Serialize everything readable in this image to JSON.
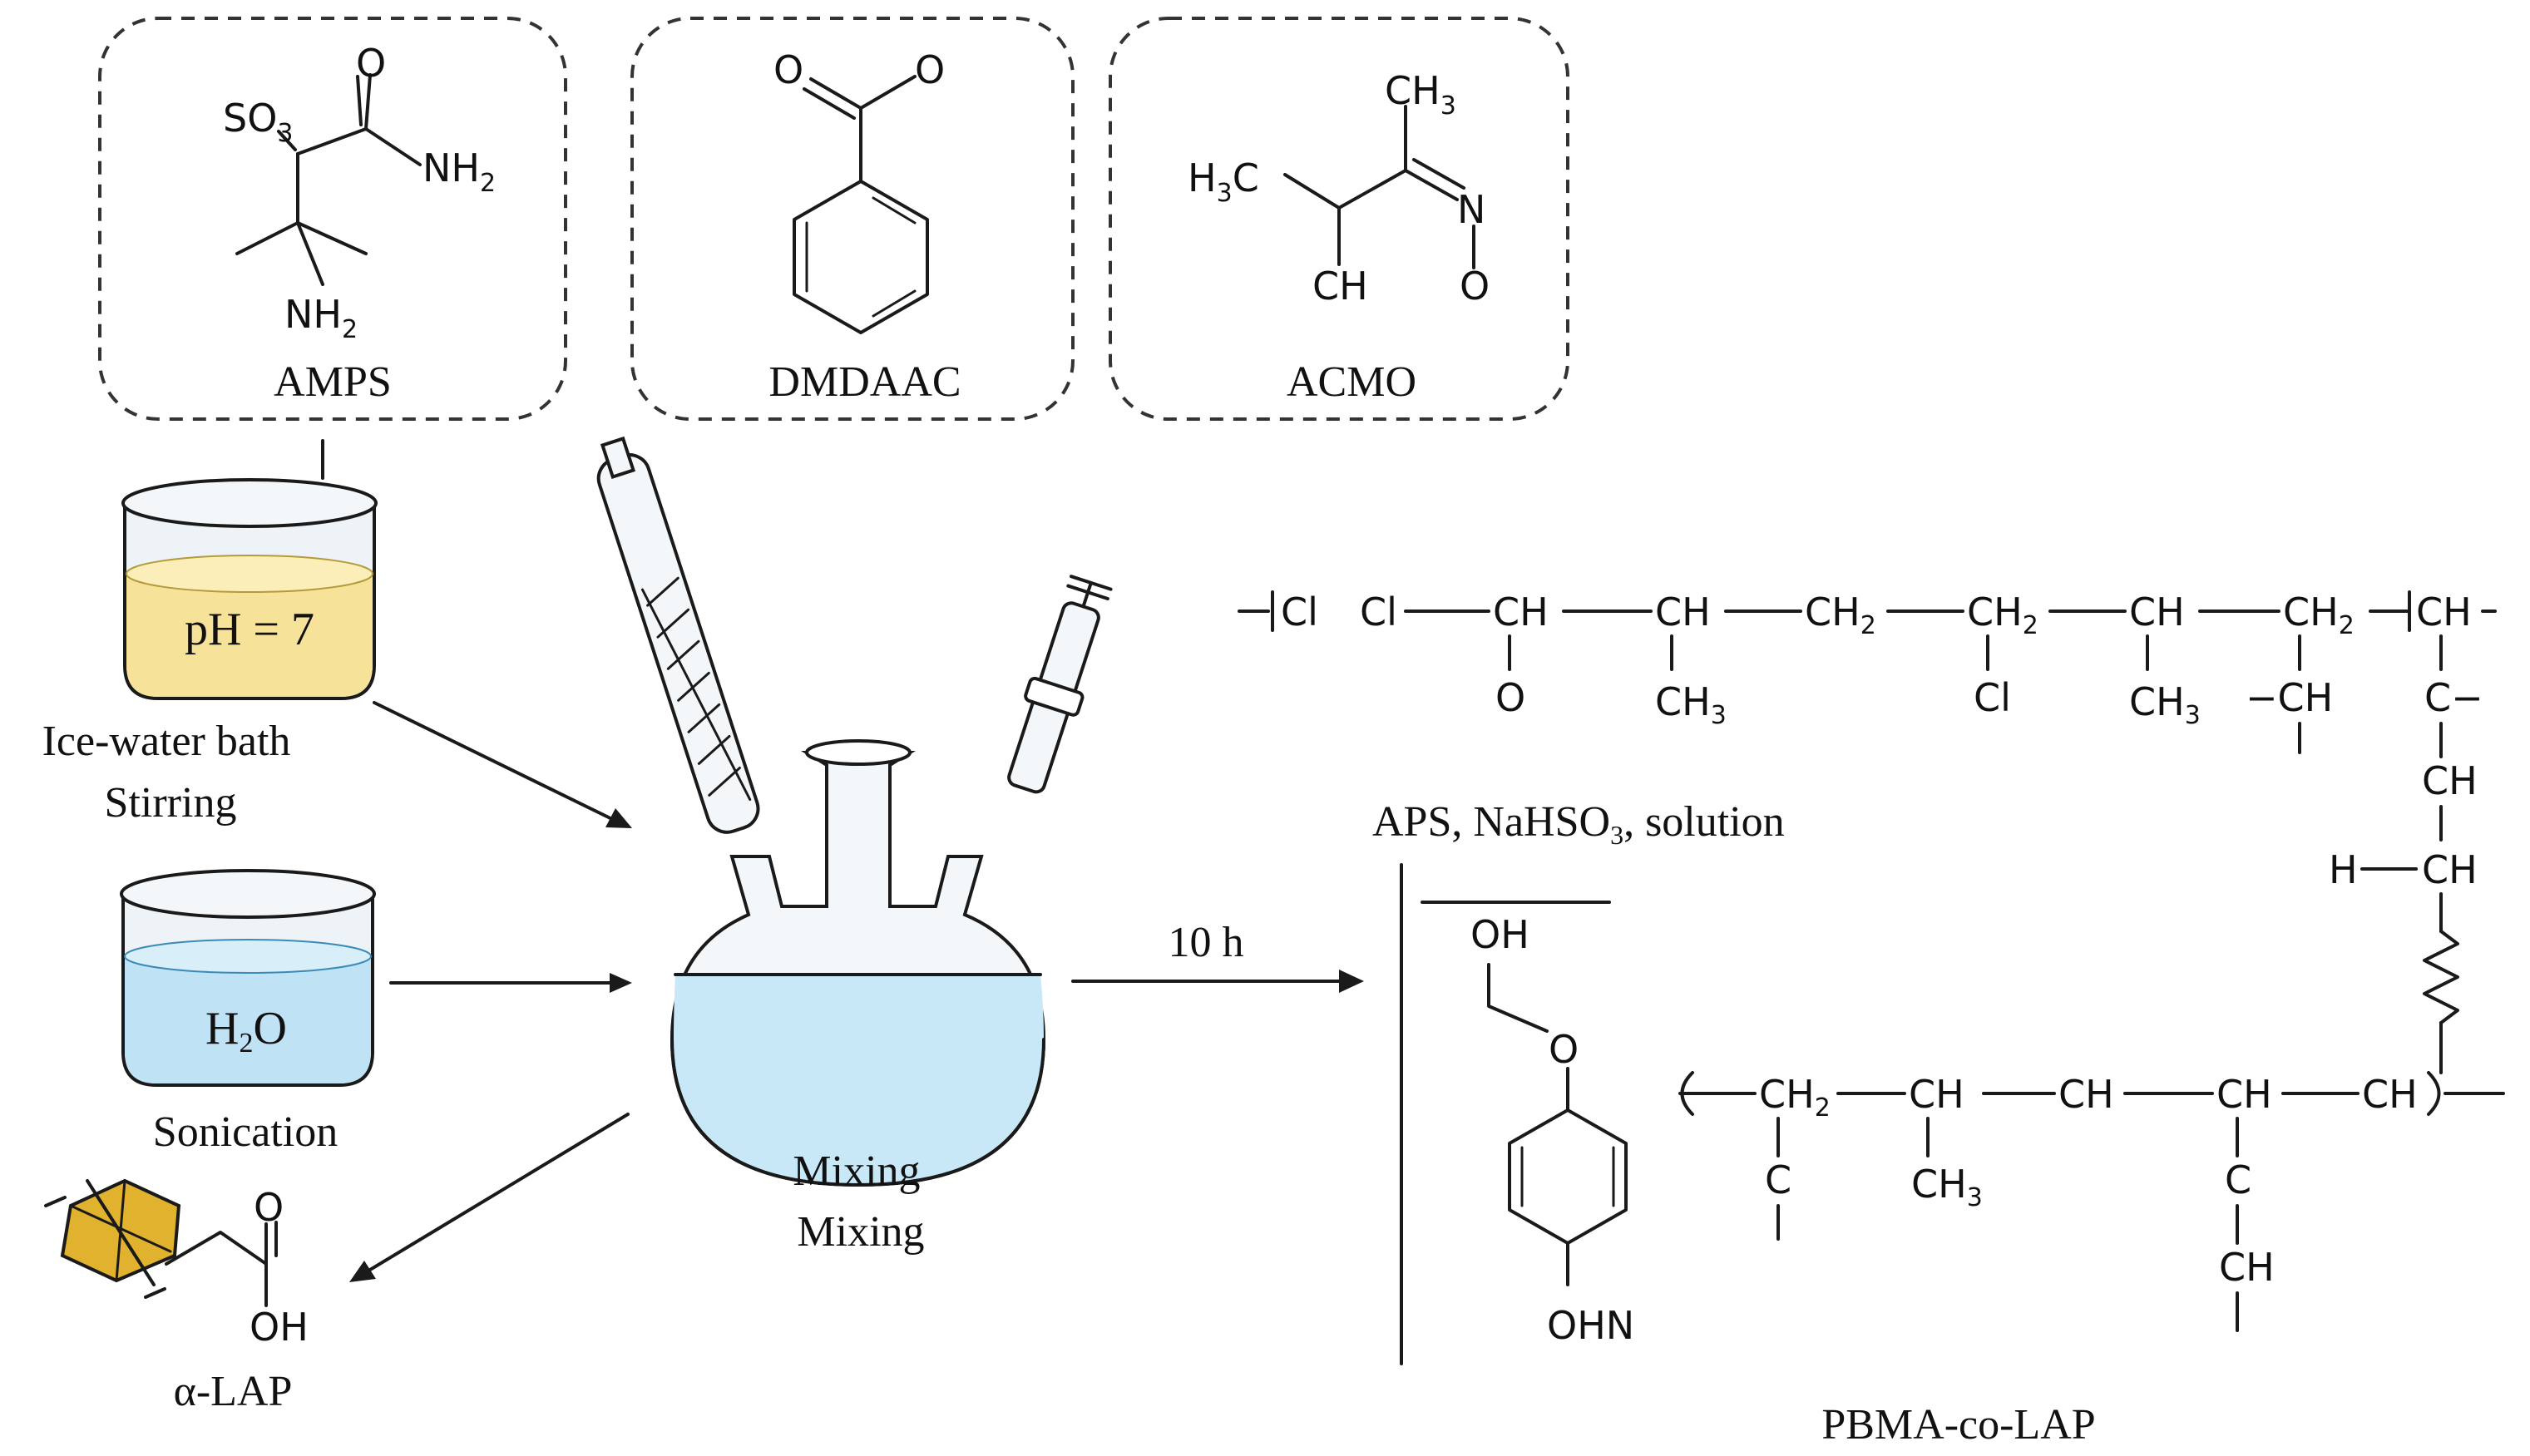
{
  "monomers": {
    "amps": {
      "name": "AMPS",
      "so3": "SO",
      "so3_sub": "3",
      "o": "O",
      "nh2_top": "NH",
      "nh2_top_sub": "2",
      "nh2_bottom": "NH",
      "nh2_bottom_sub": "2"
    },
    "dmdaac": {
      "name": "DMDAAC",
      "o1": "O",
      "o2": "O"
    },
    "acmo": {
      "name": "ACMO",
      "ch3": "CH",
      "ch3_sub": "3",
      "h3c": "H",
      "h3c_sub": "3",
      "h3c_c": "C",
      "n": "N",
      "ch": "CH",
      "o": "O"
    }
  },
  "beakers": {
    "ph": {
      "label": "pH = 7",
      "caption_line1": "Ice-water bath",
      "caption_line2": "Stirring",
      "colors": {
        "liquid": "#f7e29a",
        "glass": "#eef3f7"
      }
    },
    "water": {
      "label_h": "H",
      "label_sub": "2",
      "label_o": "O",
      "caption": "Sonication",
      "colors": {
        "liquid": "#bfe3f5",
        "glass": "#eef3f7"
      }
    }
  },
  "flask": {
    "caption_line1": "Mixing",
    "caption_line2": "Mixing",
    "colors": {
      "liquid": "#c9e8f7",
      "glass": "#f4f7f9"
    }
  },
  "reaction": {
    "time": "10 h",
    "conditions_pre": "APS, NaHSO",
    "conditions_sub": "3",
    "conditions_post": ", solution"
  },
  "lap": {
    "o": "O",
    "oh": "OH",
    "name": "α-LAP",
    "colors": {
      "ring": "#e0b22e"
    }
  },
  "polymer": {
    "name": "PBMA-co-LAP",
    "top_chain": [
      "CH",
      "CH",
      "CH",
      "CH",
      "CH",
      "CH",
      "CH"
    ],
    "top_labels": {
      "start": "Cl",
      "cl1": "Cl",
      "ch2": "CH",
      "sub2": "2",
      "o": "O",
      "ch3": "CH",
      "sub3": "3",
      "cl2": "Cl",
      "minus_ch": "−CH",
      "c_minus": "C−",
      "h": "H"
    },
    "bottom_labels": {
      "ch2": "CH",
      "sub2": "2",
      "c": "C",
      "ch3": "CH",
      "sub3": "3",
      "oh": "OH",
      "o": "O",
      "ohn": "OHN"
    }
  }
}
